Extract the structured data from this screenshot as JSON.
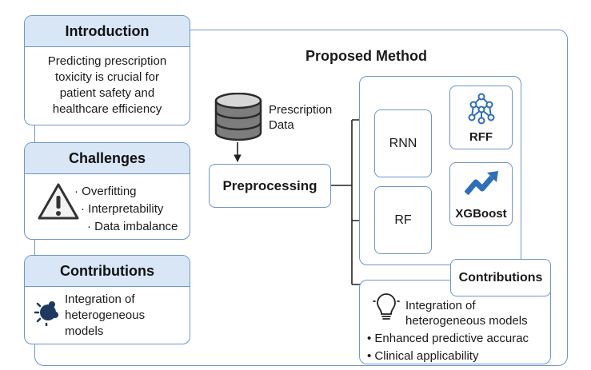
{
  "intro": {
    "title": "Introduction",
    "text": [
      "Predicting prescription",
      "toxicity is crucial for",
      "patient safety and",
      "healthcare efficiency"
    ]
  },
  "challenges": {
    "title": "Challenges",
    "items": [
      "Overfitting",
      "Interpretability",
      "Data imbalance"
    ],
    "icon": "warning-icon"
  },
  "contributions_left": {
    "title": "Contributions",
    "text": [
      "Integration of",
      "heterogeneous",
      "models"
    ],
    "icon": "gear-icon"
  },
  "method": {
    "title": "Proposed Method",
    "data_label": [
      "Prescription",
      "Data"
    ],
    "preprocessing": "Preprocessing",
    "rnn": "RNN",
    "rf": "RF",
    "rff": "RFF",
    "xgboost": "XGBoost",
    "icons": [
      "database-icon",
      "network-icon",
      "chart-arrow-icon",
      "lightbulb-icon"
    ]
  },
  "contributions_right": {
    "title": "Contributions",
    "lines": [
      "Integration of",
      "heterogeneous models"
    ],
    "bullets": [
      "Enhanced predictive accurac",
      "Clinical applicability"
    ]
  },
  "colors": {
    "border": "#6f95c9",
    "header_fill": "#d8e6f6",
    "accent": "#2f6fb8"
  }
}
